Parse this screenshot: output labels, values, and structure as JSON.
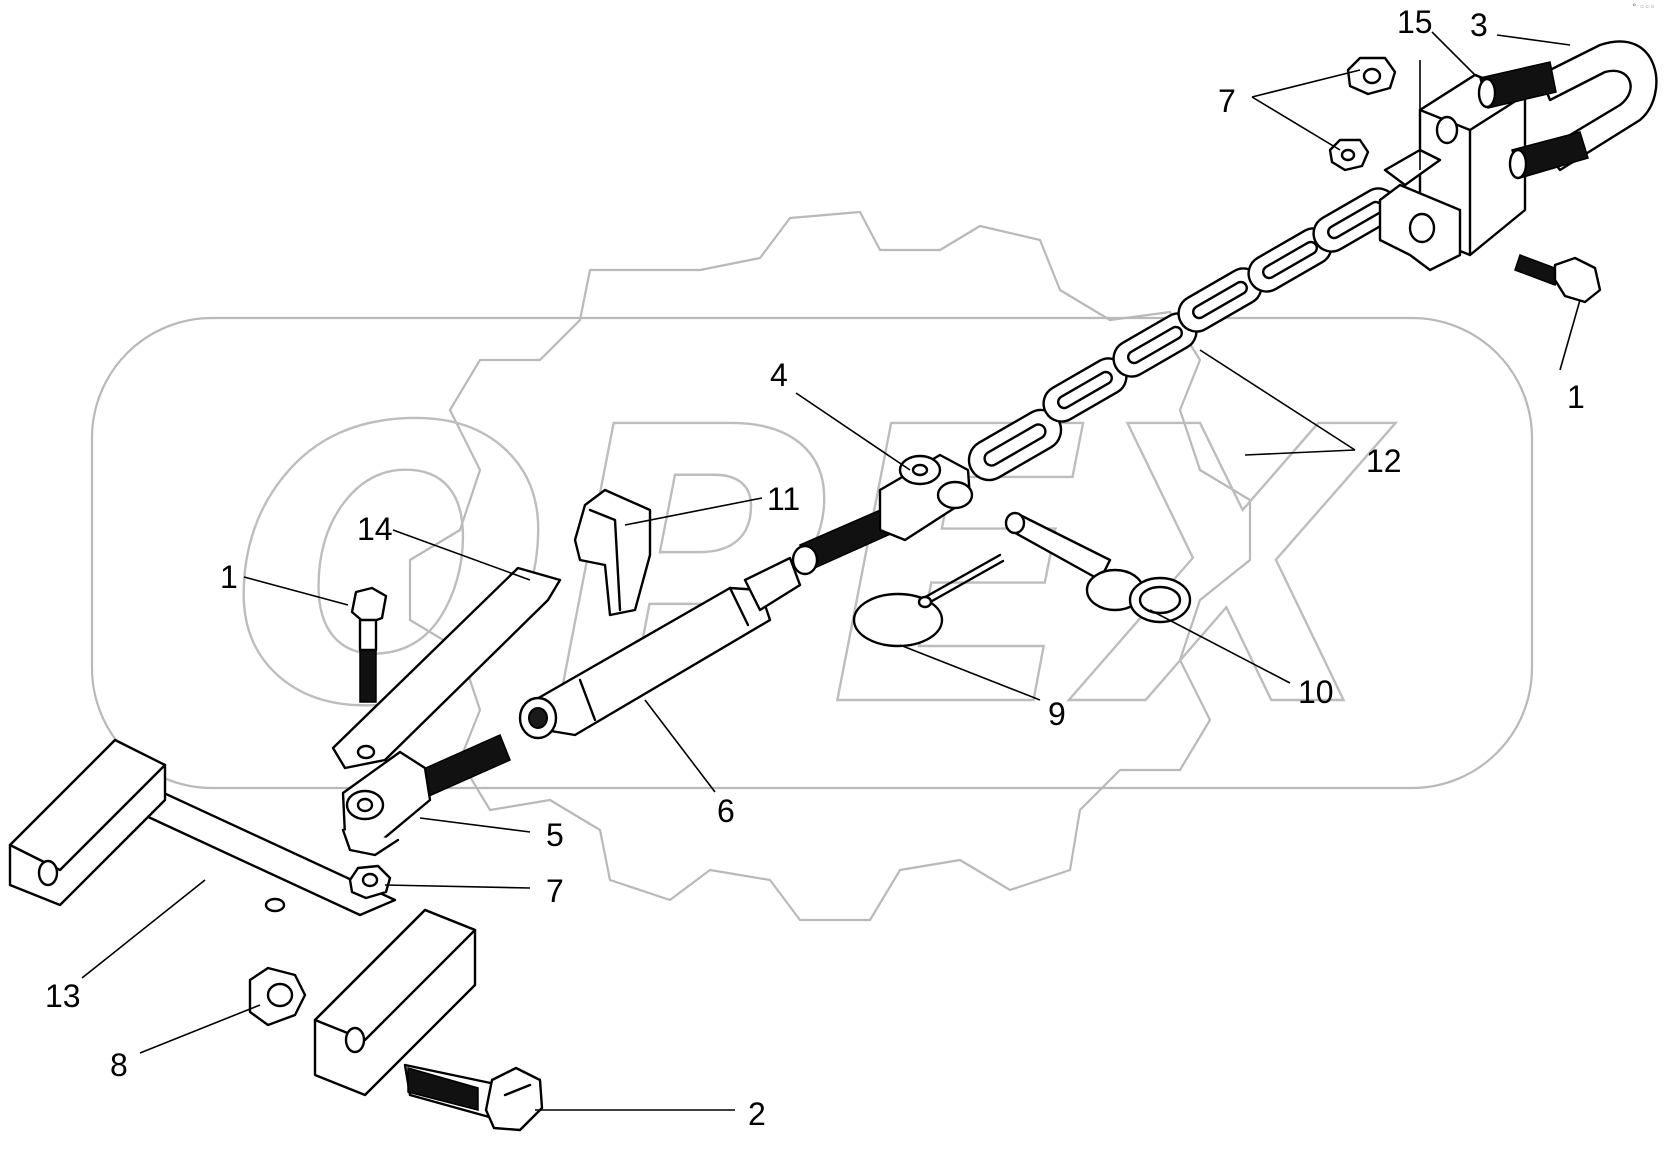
{
  "watermark": {
    "text": "OPEX"
  },
  "corner_mark": "° ◦◦◦",
  "callouts": [
    {
      "id": "c15",
      "text": "15"
    },
    {
      "id": "c3",
      "text": "3"
    },
    {
      "id": "c7a",
      "text": "7"
    },
    {
      "id": "c1a",
      "text": "1"
    },
    {
      "id": "c12",
      "text": "12"
    },
    {
      "id": "c4",
      "text": "4"
    },
    {
      "id": "c11",
      "text": "11"
    },
    {
      "id": "c14",
      "text": "14"
    },
    {
      "id": "c1b",
      "text": "1"
    },
    {
      "id": "c10",
      "text": "10"
    },
    {
      "id": "c9",
      "text": "9"
    },
    {
      "id": "c6",
      "text": "6"
    },
    {
      "id": "c5",
      "text": "5"
    },
    {
      "id": "c7b",
      "text": "7"
    },
    {
      "id": "c13",
      "text": "13"
    },
    {
      "id": "c8",
      "text": "8"
    },
    {
      "id": "c2",
      "text": "2"
    }
  ]
}
